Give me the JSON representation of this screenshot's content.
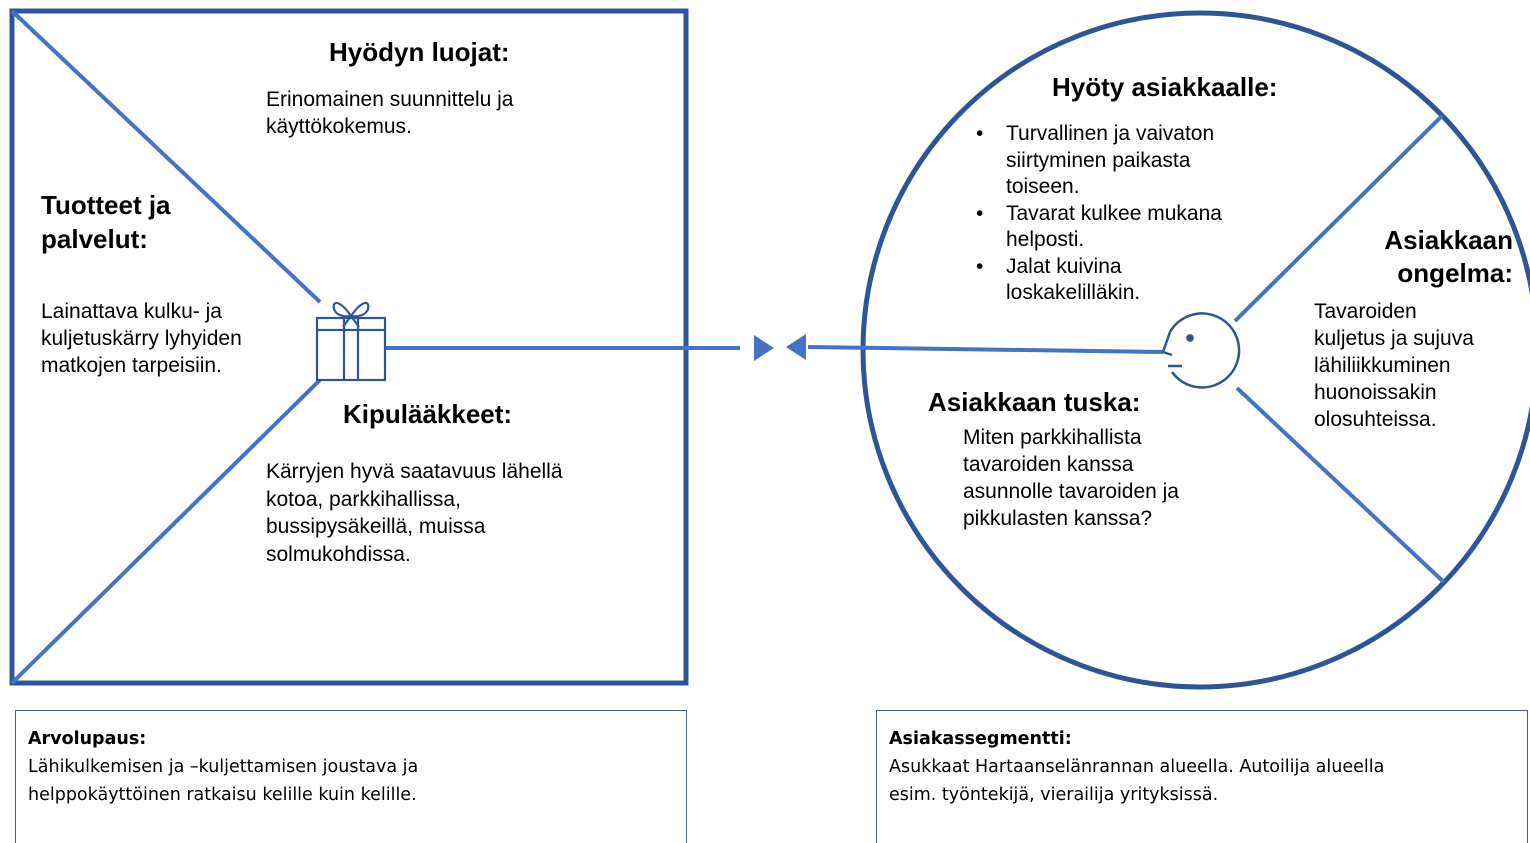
{
  "colors": {
    "frame": "#2f5597",
    "line": "#4472c4",
    "box_border": "#4a5d91"
  },
  "value_map": {
    "gain_creators": {
      "title": "Hyödyn luojat:",
      "lines": [
        "Erinomainen suunnittelu ja",
        "käyttökokemus."
      ]
    },
    "products": {
      "title_lines": [
        "Tuotteet ja",
        "palvelut:"
      ],
      "lines": [
        "Lainattava kulku- ja",
        "kuljetuskärry lyhyiden",
        "matkojen tarpeisiin."
      ]
    },
    "pain_relievers": {
      "title": "Kipulääkkeet:",
      "lines": [
        "Kärryjen hyvä saatavuus lähellä",
        "kotoa, parkkihallissa,",
        "bussipysäkeillä, muissa",
        "solmukohdissa."
      ]
    },
    "icon": "gift-icon"
  },
  "customer_profile": {
    "gains": {
      "title": "Hyöty asiakkaalle:",
      "bullets": [
        [
          "Turvallinen ja vaivaton",
          "siirtyminen paikasta",
          "toiseen."
        ],
        [
          "Tavarat kulkee mukana",
          "helposti."
        ],
        [
          "Jalat kuivina",
          "loskakelilläkin."
        ]
      ]
    },
    "jobs": {
      "title_lines": [
        "Asiakkaan",
        "ongelma:"
      ],
      "lines": [
        "Tavaroiden",
        "kuljetus ja sujuva",
        "lähiliikkuminen",
        "huonoissakin",
        "olosuhteissa."
      ]
    },
    "pains": {
      "title": "Asiakkaan tuska:",
      "lines": [
        "Miten parkkihallista",
        "tavaroiden kanssa",
        "asunnolle tavaroiden ja",
        "pikkulasten kanssa?"
      ]
    },
    "icon": "face-icon"
  },
  "boxes": {
    "value_proposition": {
      "title": "Arvolupaus:",
      "lines": [
        "Lähikulkemisen ja –kuljettamisen joustava ja",
        "helppokäyttöinen ratkaisu kelille kuin kelille."
      ]
    },
    "customer_segment": {
      "title": "Asiakassegmentti:",
      "lines": [
        "Asukkaat Hartaanselänrannan alueella. Autoilija alueella",
        "esim. työntekijä, vierailija yrityksissä."
      ]
    }
  }
}
